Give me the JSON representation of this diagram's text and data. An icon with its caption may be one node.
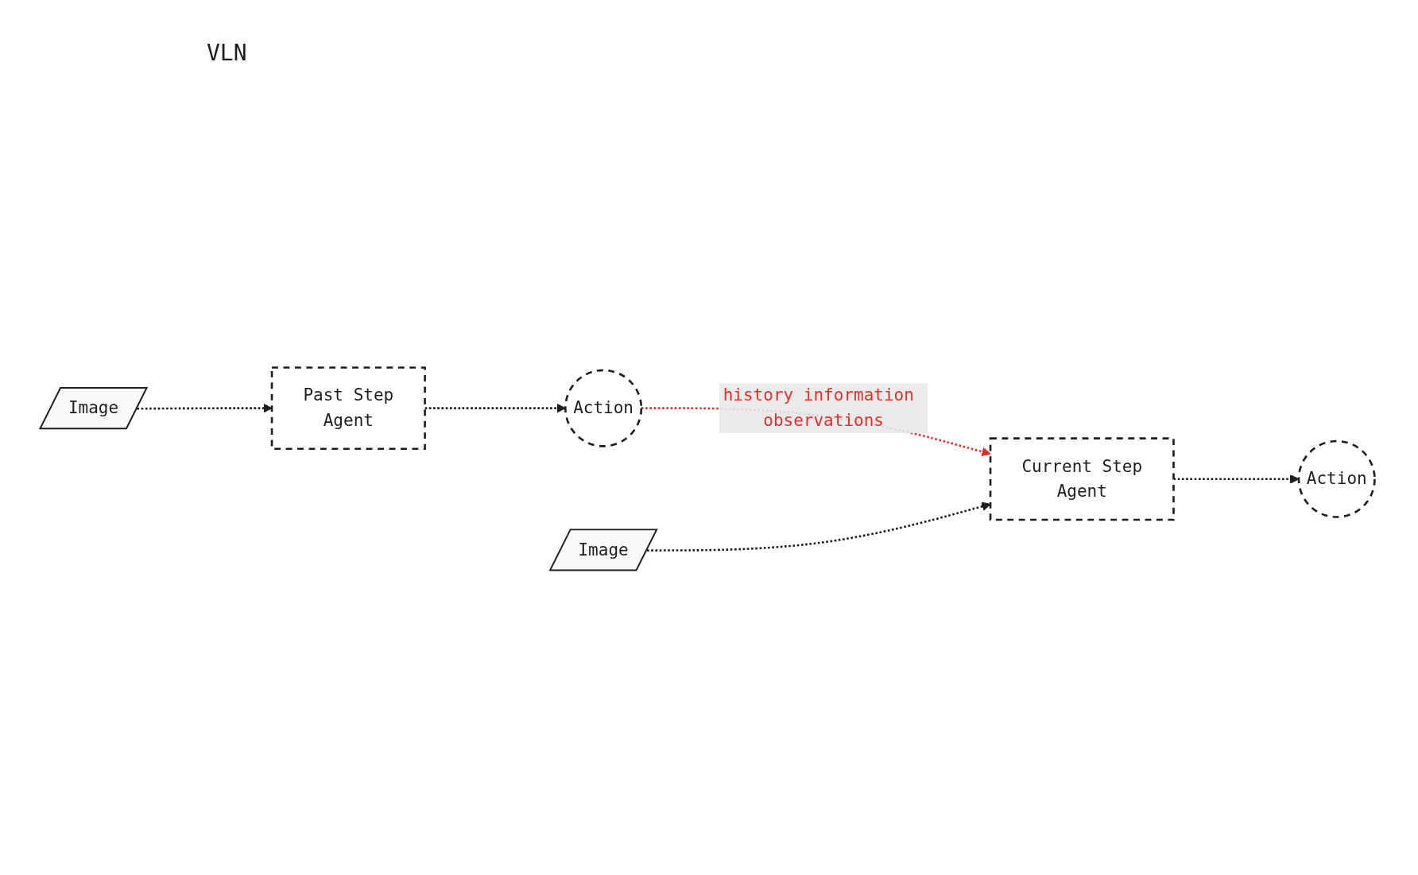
{
  "diagram": {
    "nodes": [
      {
        "text": [
          "Image"
        ]
      },
      {
        "text": [
          "Past Step",
          "Agent"
        ]
      },
      {
        "text": [
          "Action"
        ]
      },
      {
        "text": [
          "Image"
        ]
      },
      {
        "text": [
          "Current Step",
          "Agent"
        ]
      },
      {
        "text": [
          "Action"
        ]
      }
    ],
    "edges": [
      {
        "from": 0,
        "to": 1,
        "arrow": "to",
        "style": "dashed"
      },
      {
        "from": 1,
        "to": 2,
        "arrow": "to",
        "style": "dashed"
      },
      {
        "from": 2,
        "to": 4,
        "arrow": "to",
        "style": "dashed",
        "color": "#e03131",
        "label": "history information observations"
      },
      {
        "from": 3,
        "to": 4,
        "arrow": "to",
        "style": "dashed"
      },
      {
        "from": 4,
        "to": 5,
        "arrow": "to",
        "style": "dashed"
      }
    ],
    "labels": [
      "VLN"
    ]
  }
}
